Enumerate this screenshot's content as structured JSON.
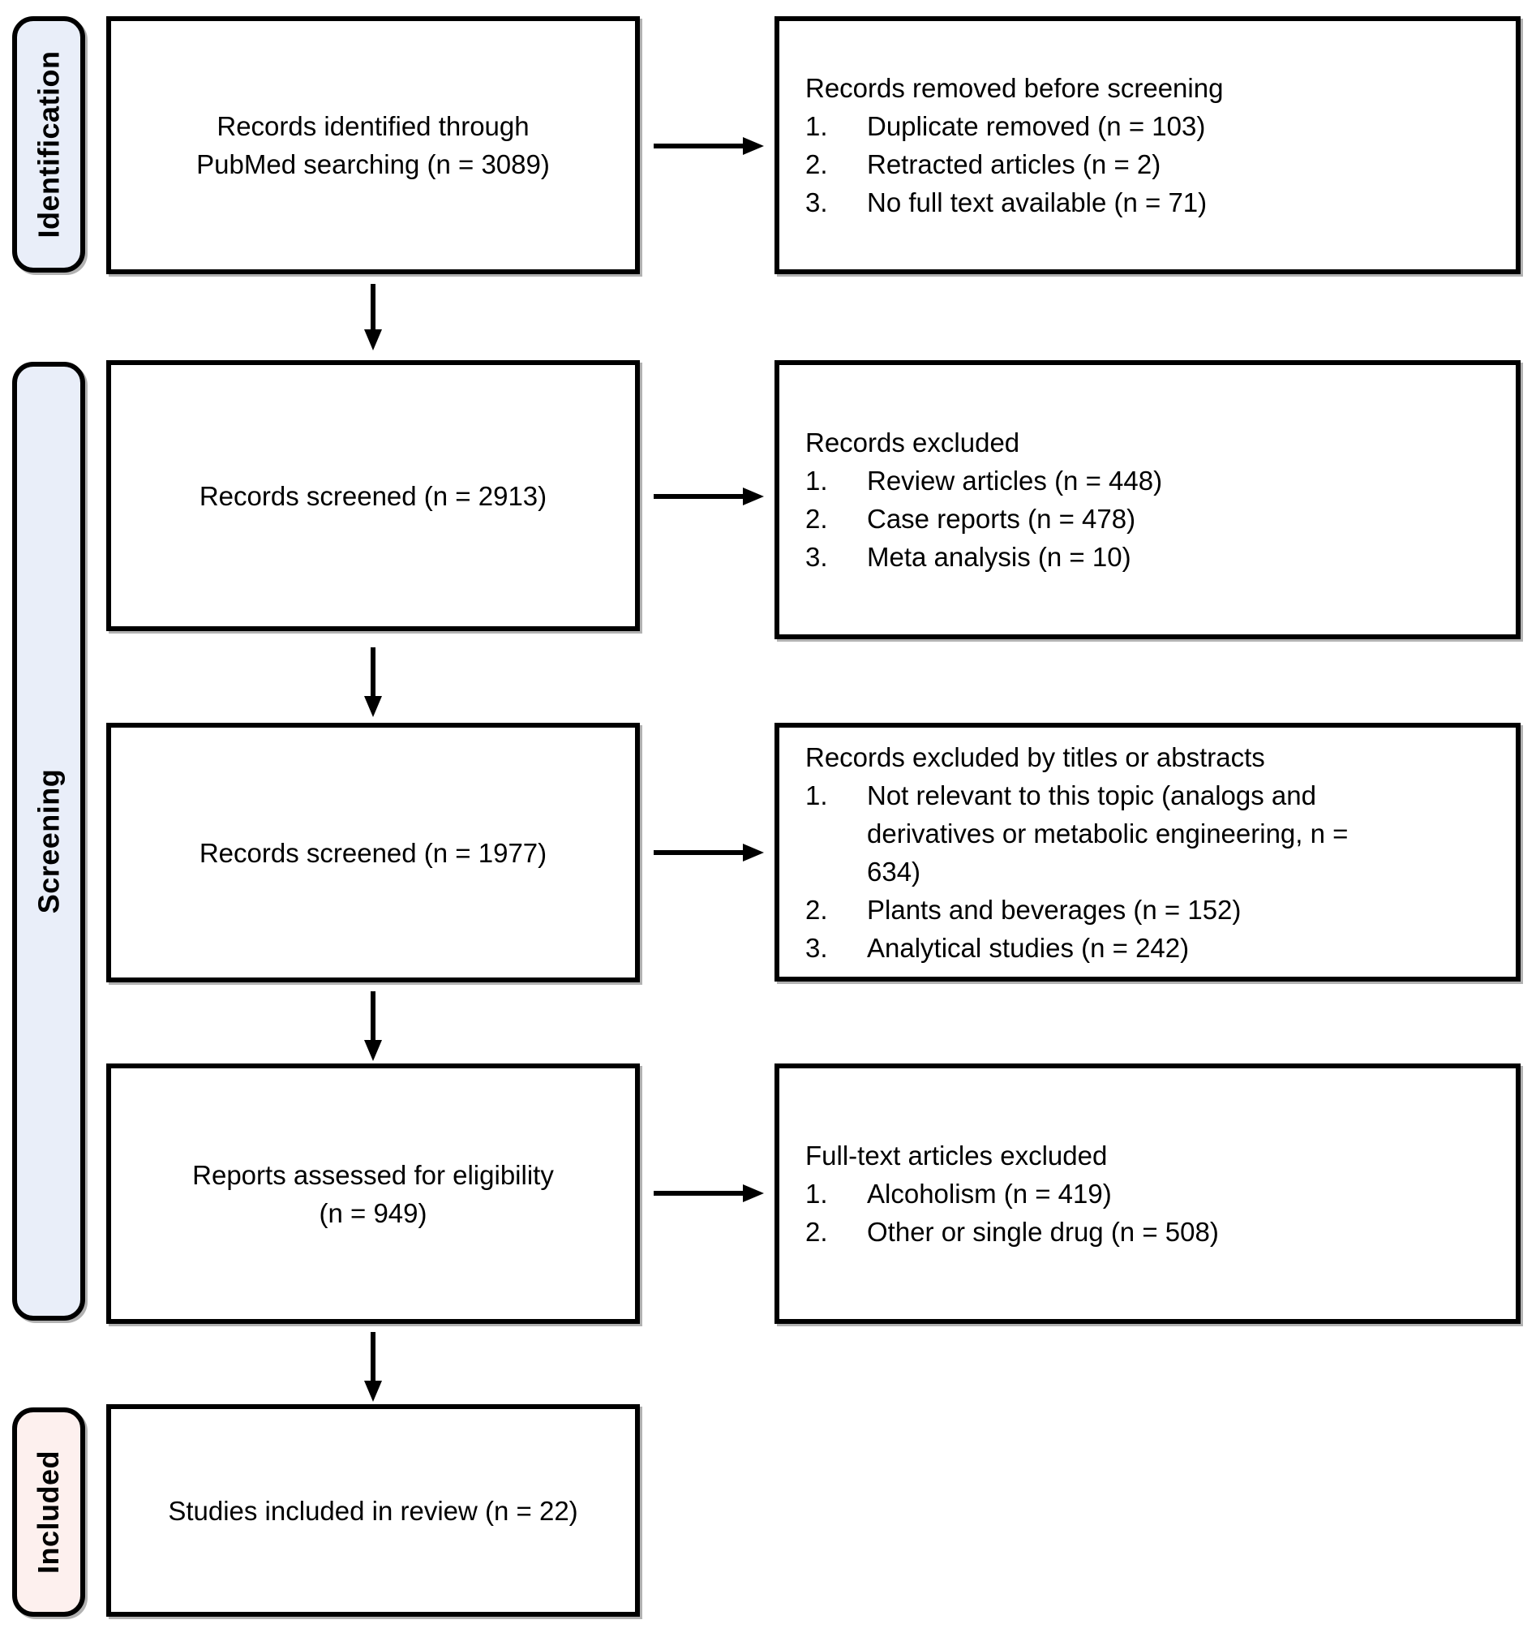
{
  "diagram": {
    "kind": "prisma-flow",
    "colors": {
      "stage_blue": "#e9eef9",
      "stage_pink": "#fdf0ee",
      "box_background": "#ffffff",
      "border": "#000000"
    }
  },
  "stages": [
    {
      "label": "Identification",
      "bg": "#e9eef9"
    },
    {
      "label": "Screening",
      "bg": "#e9eef9"
    },
    {
      "label": "Included",
      "bg": "#fdf0ee"
    }
  ],
  "process_boxes": [
    {
      "lines": [
        "Records identified through",
        "PubMed searching (n = 3089)"
      ]
    },
    {
      "lines": [
        "Records screened (n = 2913)"
      ]
    },
    {
      "lines": [
        "Records screened (n = 1977)"
      ]
    },
    {
      "lines": [
        "Reports assessed for eligibility",
        "(n = 949)"
      ]
    },
    {
      "lines": [
        "Studies included in review (n = 22)"
      ]
    }
  ],
  "exclusion_boxes": [
    {
      "title": "Records removed before screening",
      "items": [
        {
          "num": "1.",
          "text": "Duplicate removed (n = 103)"
        },
        {
          "num": "2.",
          "text": "Retracted articles (n = 2)"
        },
        {
          "num": "3.",
          "text": "No full text available (n = 71)"
        }
      ]
    },
    {
      "title": "Records excluded",
      "items": [
        {
          "num": "1.",
          "text": "Review articles (n = 448)"
        },
        {
          "num": "2.",
          "text": "Case reports (n = 478)"
        },
        {
          "num": "3.",
          "text": "Meta analysis (n = 10)"
        }
      ]
    },
    {
      "title": "Records excluded by titles or abstracts",
      "items": [
        {
          "num": "1.",
          "text": "Not relevant to this topic (analogs and derivatives or metabolic engineering, n = 634)"
        },
        {
          "num": "2.",
          "text": "Plants and beverages (n = 152)"
        },
        {
          "num": "3.",
          "text": "Analytical studies (n = 242)"
        }
      ]
    },
    {
      "title": "Full-text articles excluded",
      "items": [
        {
          "num": "1.",
          "text": "Alcoholism (n = 419)"
        },
        {
          "num": "2.",
          "text": "Other or single drug (n = 508)"
        }
      ]
    }
  ]
}
